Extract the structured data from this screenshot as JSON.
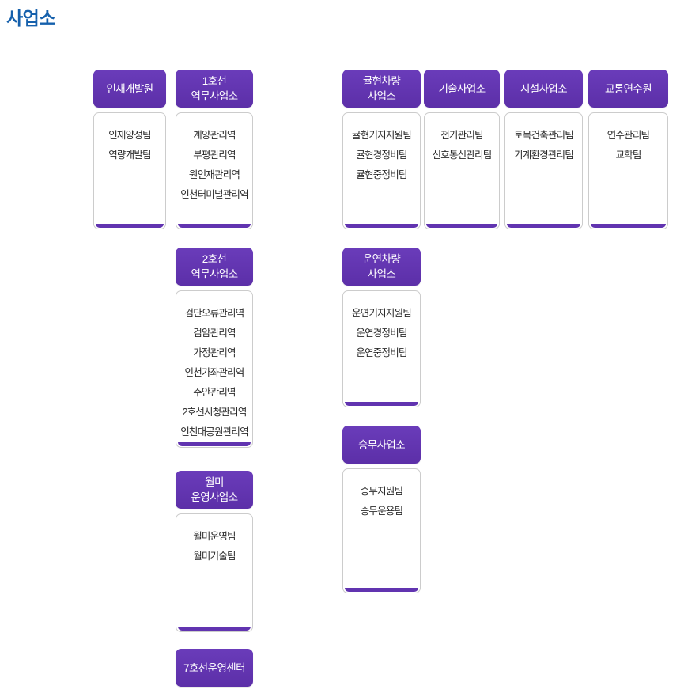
{
  "page": {
    "title": "사업소",
    "title_color": "#1560ac",
    "header_color": "#6134b0",
    "accent_color": "#6134b0",
    "body_border_color": "#cccccc",
    "background_color": "#ffffff"
  },
  "units": {
    "hrd": {
      "name": "인재개발원",
      "teams": [
        "인재양성팀",
        "역량개발팀"
      ]
    },
    "line1": {
      "name": "1호선\n역무사업소",
      "teams": [
        "계양관리역",
        "부평관리역",
        "원인재관리역",
        "인천터미널관리역"
      ]
    },
    "line2": {
      "name": "2호선\n역무사업소",
      "teams": [
        "검단오류관리역",
        "검암관리역",
        "가정관리역",
        "인천가좌관리역",
        "주안관리역",
        "2호선시청관리역",
        "인천대공원관리역"
      ]
    },
    "wolmi": {
      "name": "월미\n운영사업소",
      "teams": [
        "월미운영팀",
        "월미기술팀"
      ]
    },
    "line7": {
      "name": "7호선운영센터",
      "teams": []
    },
    "gyulhyeon": {
      "name": "귤현차량\n사업소",
      "teams": [
        "귤현기지지원팀",
        "귤현경정비팀",
        "귤현중정비팀"
      ]
    },
    "tech": {
      "name": "기술사업소",
      "teams": [
        "전기관리팀",
        "신호통신관리팀"
      ]
    },
    "facility": {
      "name": "시설사업소",
      "teams": [
        "토목건축관리팀",
        "기계환경관리팀"
      ]
    },
    "traffic": {
      "name": "교통연수원",
      "teams": [
        "연수관리팀",
        "교학팀"
      ]
    },
    "unyeon": {
      "name": "운연차량\n사업소",
      "teams": [
        "운연기지지원팀",
        "운연경정비팀",
        "운연중정비팀"
      ]
    },
    "crew": {
      "name": "승무사업소",
      "teams": [
        "승무지원팀",
        "승무운용팀"
      ]
    }
  }
}
